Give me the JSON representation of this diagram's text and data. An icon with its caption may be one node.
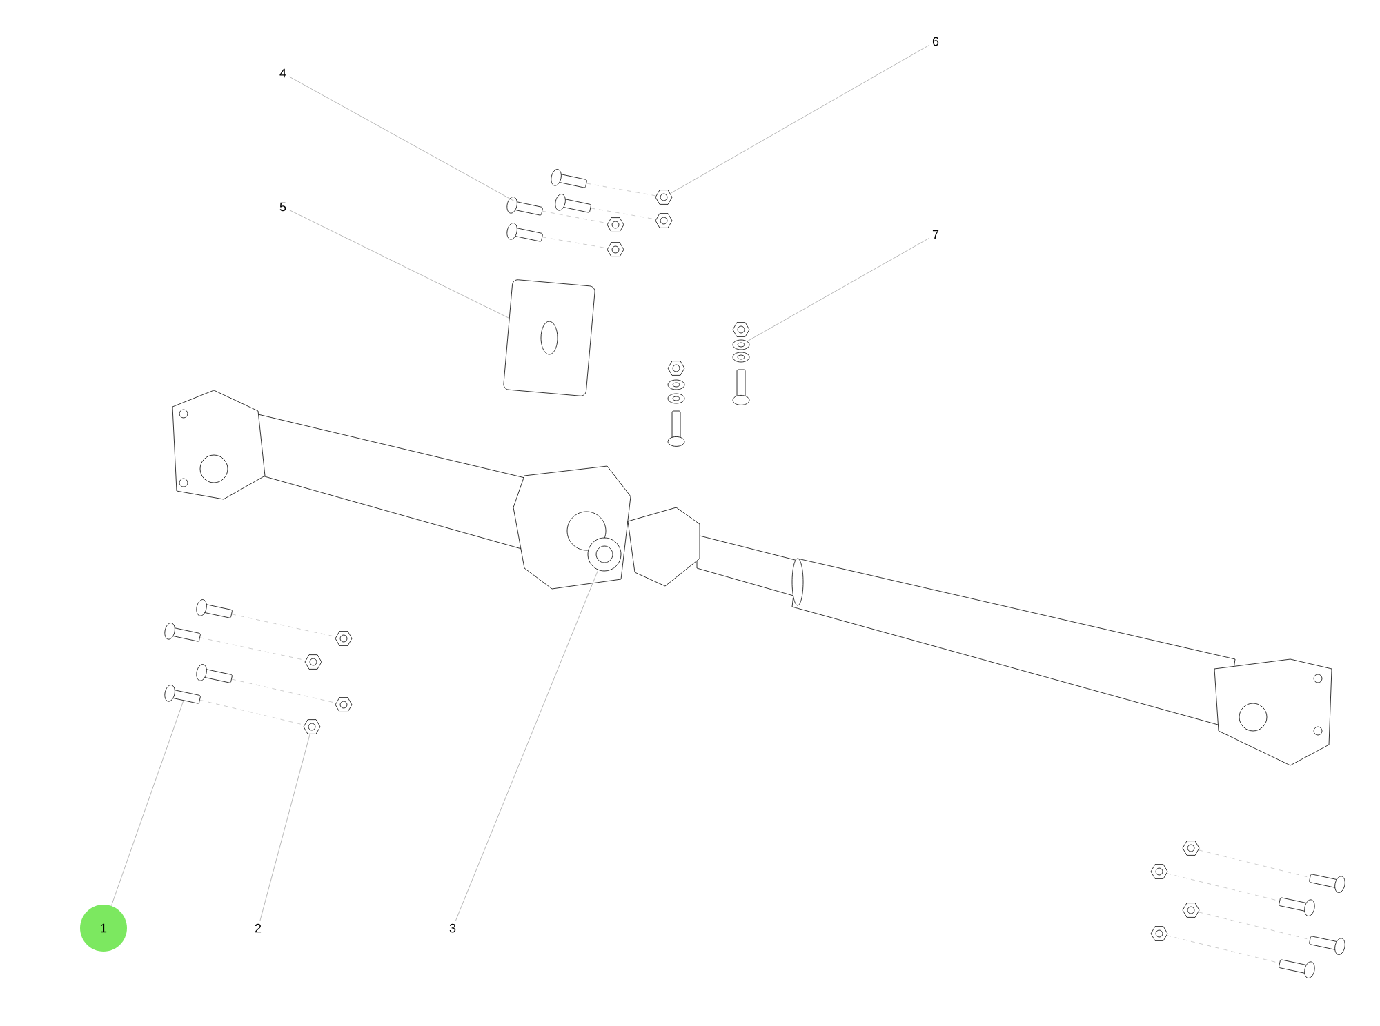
{
  "diagram": {
    "nodes": [
      {
        "text": [
          "1"
        ]
      },
      {
        "text": [
          "2"
        ]
      },
      {
        "text": [
          "3"
        ]
      },
      {
        "text": [
          "4"
        ]
      },
      {
        "text": [
          "5"
        ]
      },
      {
        "text": [
          "6"
        ]
      },
      {
        "text": [
          "7"
        ]
      },
      {
        "text": [],
        "shape": "bolt"
      },
      {
        "text": [],
        "shape": "nut"
      },
      {
        "text": [],
        "shape": "circle"
      },
      {
        "text": [],
        "shape": "bolt"
      },
      {
        "text": [],
        "shape": "box"
      },
      {
        "text": [],
        "shape": "nut"
      },
      {
        "text": [],
        "shape": "washer"
      },
      {
        "text": [],
        "shape": "bolt"
      },
      {
        "text": [],
        "shape": "bolt"
      },
      {
        "text": [],
        "shape": "bolt"
      },
      {
        "text": [],
        "shape": "nut"
      },
      {
        "text": [],
        "shape": "nut"
      },
      {
        "text": [],
        "shape": "nut"
      },
      {
        "text": [],
        "shape": "nut"
      },
      {
        "text": [],
        "shape": "washer"
      },
      {
        "text": [],
        "shape": "washer"
      },
      {
        "text": [],
        "shape": "bolt"
      },
      {
        "text": [],
        "shape": "nut"
      },
      {
        "text": [],
        "shape": "washer"
      },
      {
        "text": [],
        "shape": "bolt"
      },
      {
        "text": [],
        "shape": "bolt"
      },
      {
        "text": [],
        "shape": "bolt"
      },
      {
        "text": [],
        "shape": "bolt"
      },
      {
        "text": [],
        "shape": "nut"
      },
      {
        "text": [],
        "shape": "nut"
      },
      {
        "text": [],
        "shape": "nut"
      },
      {
        "text": [],
        "shape": "nut"
      },
      {
        "text": [],
        "shape": "nut"
      },
      {
        "text": [],
        "shape": "nut"
      },
      {
        "text": [],
        "shape": "nut"
      },
      {
        "text": [],
        "shape": "bolt"
      },
      {
        "text": [],
        "shape": "bolt"
      },
      {
        "text": [],
        "shape": "bolt"
      },
      {
        "text": [],
        "shape": "bolt"
      }
    ],
    "edges": [
      {
        "from": 0,
        "to": 7,
        "arrow": "none"
      },
      {
        "from": 1,
        "to": 8,
        "arrow": "none"
      },
      {
        "from": 2,
        "to": 9,
        "arrow": "none"
      },
      {
        "from": 3,
        "to": 10,
        "arrow": "none"
      },
      {
        "from": 4,
        "to": 11,
        "arrow": "none"
      },
      {
        "from": 5,
        "to": 12,
        "arrow": "none"
      },
      {
        "from": 6,
        "to": 13,
        "arrow": "none"
      },
      {
        "from": 14,
        "to": 12,
        "arrow": "none",
        "style": "dashed"
      },
      {
        "from": 15,
        "to": 18,
        "arrow": "none",
        "style": "dashed"
      },
      {
        "from": 10,
        "to": 17,
        "arrow": "none",
        "style": "dashed"
      },
      {
        "from": 16,
        "to": 19,
        "arrow": "none",
        "style": "dashed"
      },
      {
        "from": 27,
        "to": 30,
        "arrow": "none",
        "style": "dashed"
      },
      {
        "from": 28,
        "to": 31,
        "arrow": "none",
        "style": "dashed"
      },
      {
        "from": 29,
        "to": 32,
        "arrow": "none",
        "style": "dashed"
      },
      {
        "from": 7,
        "to": 8,
        "arrow": "none",
        "style": "dashed"
      },
      {
        "from": 33,
        "to": 37,
        "arrow": "none",
        "style": "dashed"
      },
      {
        "from": 34,
        "to": 38,
        "arrow": "none",
        "style": "dashed"
      },
      {
        "from": 35,
        "to": 39,
        "arrow": "none",
        "style": "dashed"
      },
      {
        "from": 36,
        "to": 40,
        "arrow": "none",
        "style": "dashed"
      }
    ]
  }
}
